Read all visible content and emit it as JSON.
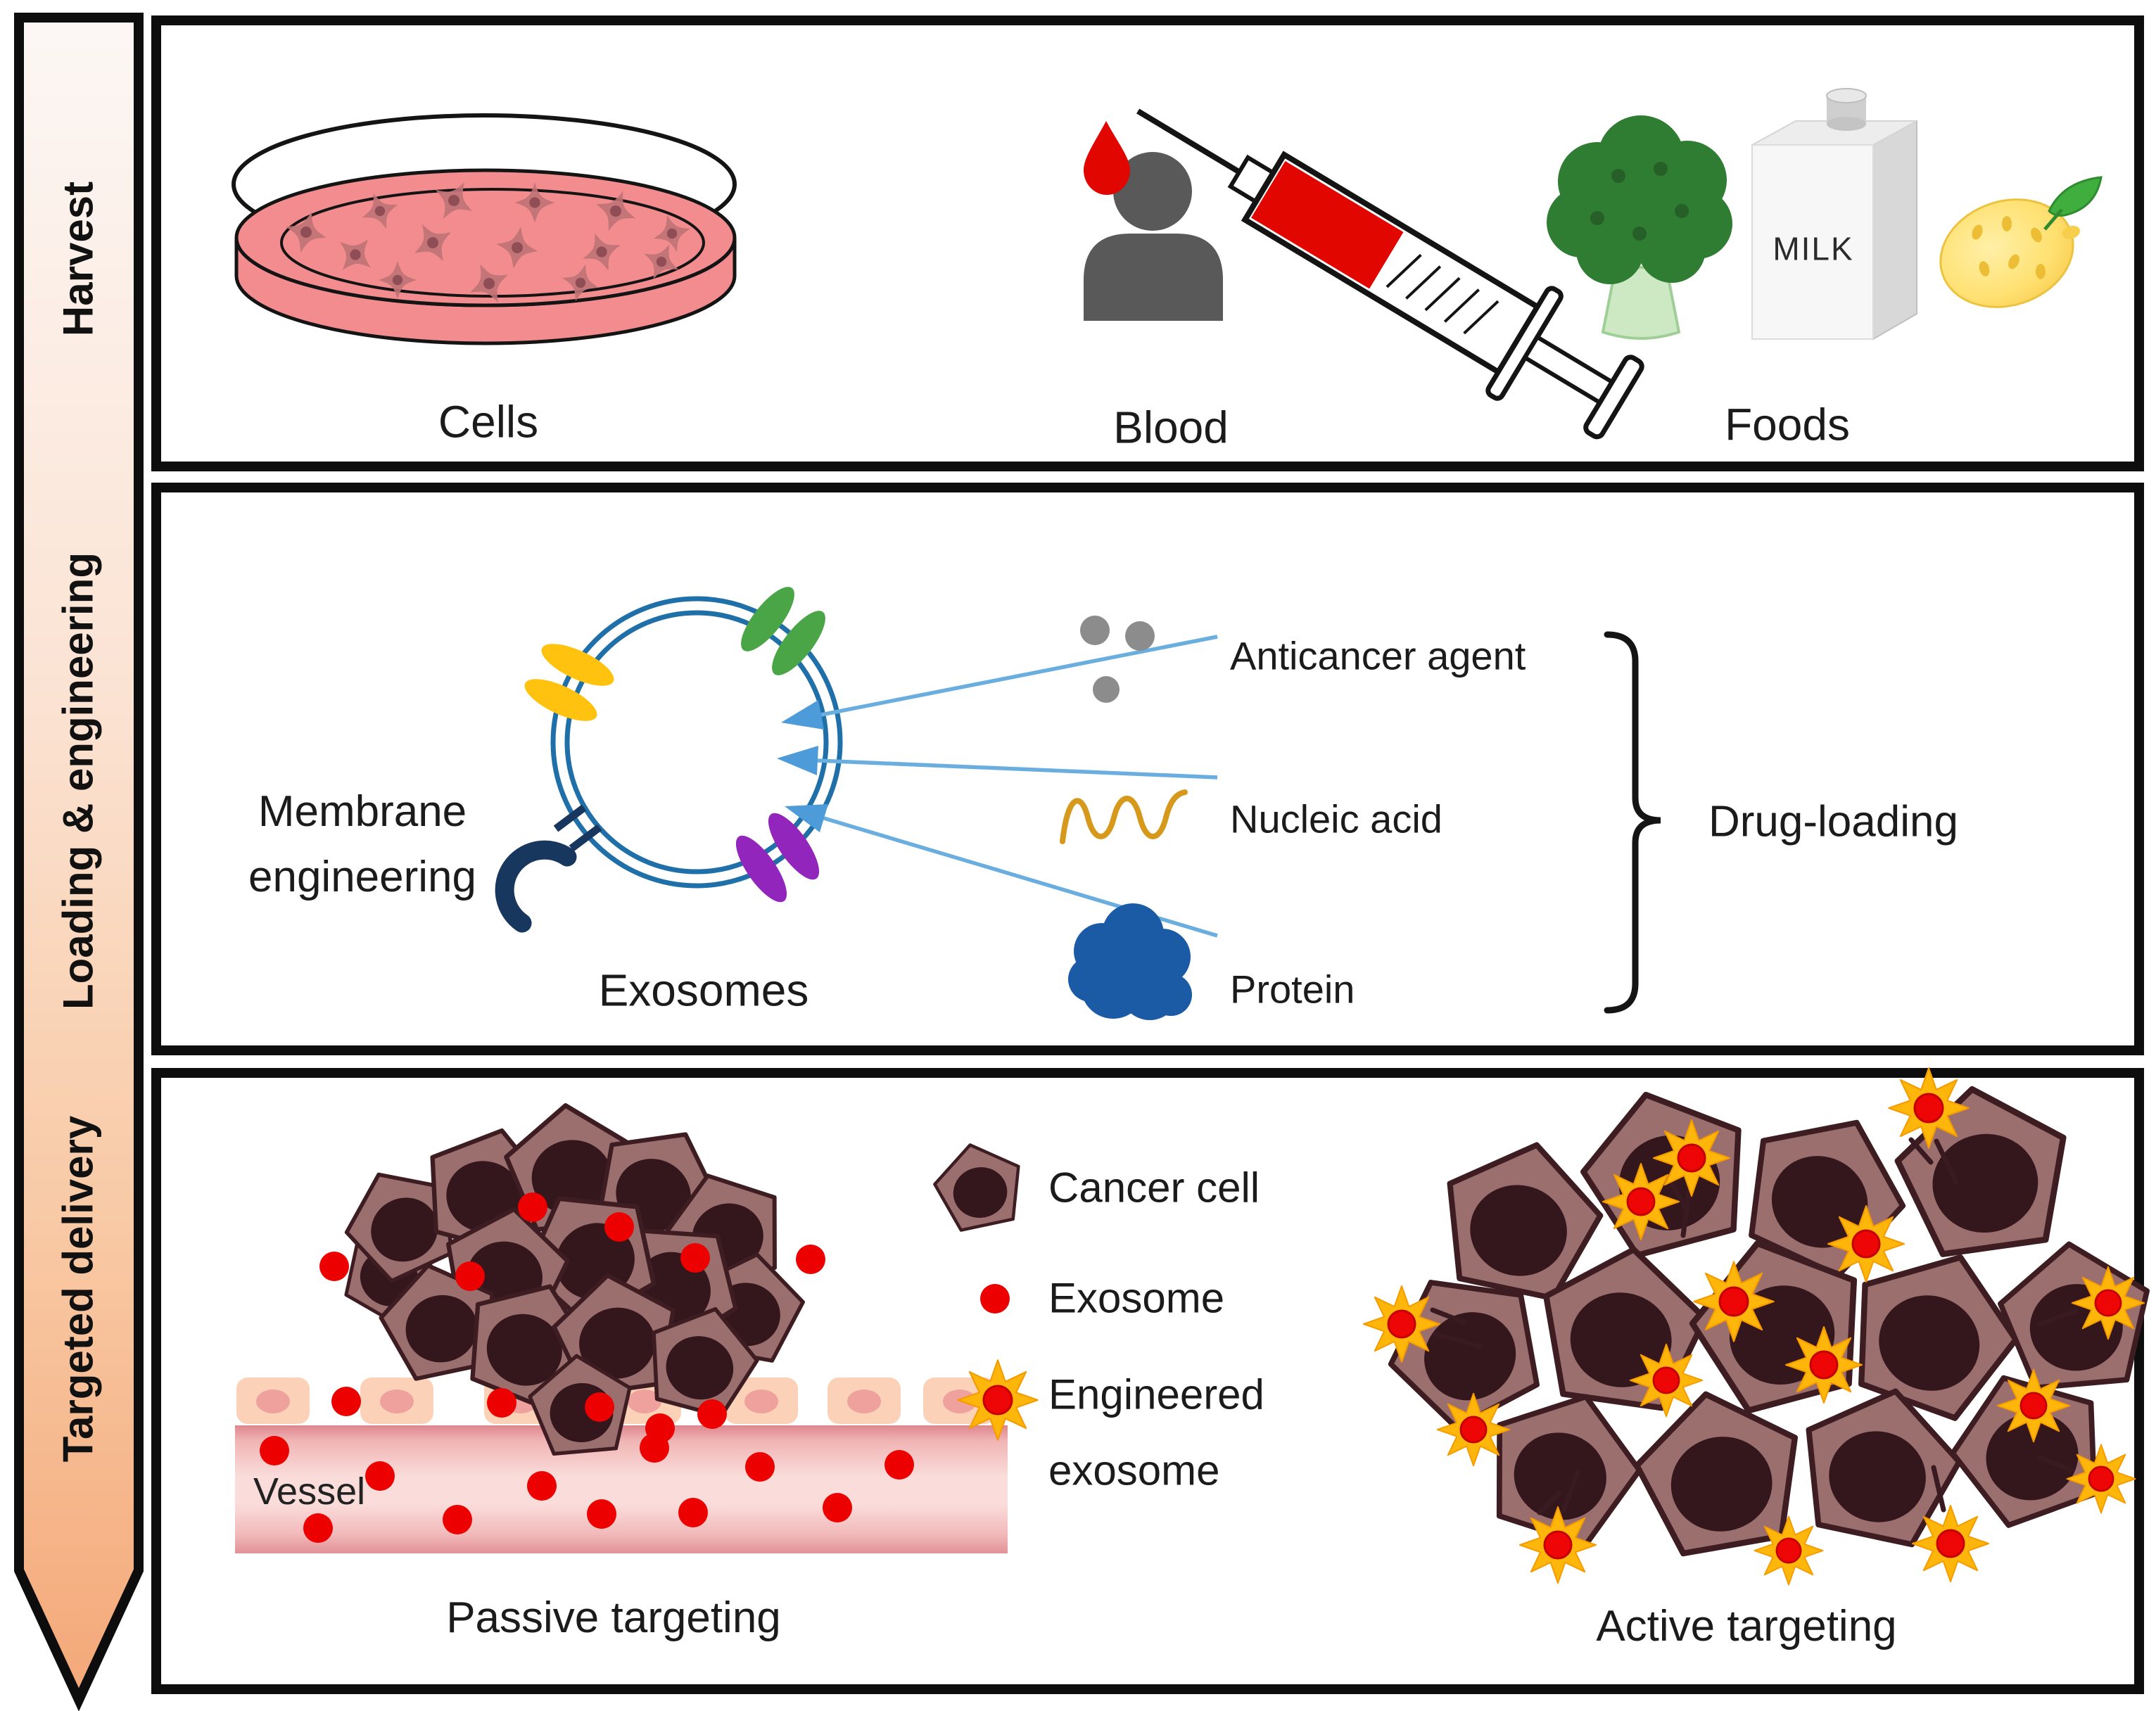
{
  "banner": {
    "items": [
      {
        "label": "Harvest"
      },
      {
        "label": "Loading & engineering"
      },
      {
        "label": "Targeted delivery"
      }
    ]
  },
  "harvest": {
    "sources": [
      {
        "label": "Cells",
        "icon": "petri-dish-icon"
      },
      {
        "label": "Blood",
        "icon": "person-and-syringe-icon"
      },
      {
        "label": "Foods",
        "icon": "broccoli-milk-lemon-icons"
      }
    ],
    "milk_text": "MILK"
  },
  "loading": {
    "membrane_line1": "Membrane",
    "membrane_line2": "engineering",
    "exosome_label": "Exosomes",
    "cargo": [
      {
        "label": "Anticancer agent",
        "icon": "gray-dots-icon"
      },
      {
        "label": "Nucleic acid",
        "icon": "wave-icon"
      },
      {
        "label": "Protein",
        "icon": "blue-blob-icon"
      }
    ],
    "bracket_label": "Drug-loading"
  },
  "delivery": {
    "vessel_label": "Vessel",
    "passive_label": "Passive targeting",
    "active_label": "Active targeting",
    "legend": [
      {
        "label": "Cancer cell"
      },
      {
        "label": "Exosome"
      },
      {
        "label_line1": "Engineered",
        "label_line2": "exosome"
      }
    ]
  },
  "colors": {
    "panel_border": "#0d0d0d",
    "banner_gradient_top": "#fcf7f5",
    "banner_gradient_bottom": "#f4a878",
    "petri_medium": "#f28c8e",
    "person_gray": "#595959",
    "syringe_red": "#e10600",
    "broccoli_green": "#2e7d32",
    "lemon_yellow": "#ffe070",
    "exosome_membrane_blue": "#1f6fa8",
    "arrow_blue": "#5b9bd5",
    "membrane_protein_green": "#4aa546",
    "membrane_protein_yellow": "#ffc20e",
    "membrane_protein_purple": "#9125bc",
    "membrane_anchor_navy": "#17375e",
    "nucleic_acid_gold": "#d6991c",
    "protein_blue": "#1b5aa5",
    "cancer_cell_fill": "#9c6f6f",
    "cancer_cell_nucleus": "#34161d",
    "exosome_dot_red": "#ec0000",
    "engineered_star_gold": "#ffb60a",
    "vessel_pink": "#fadcda",
    "endothelium_peach": "#fbd2b8"
  }
}
